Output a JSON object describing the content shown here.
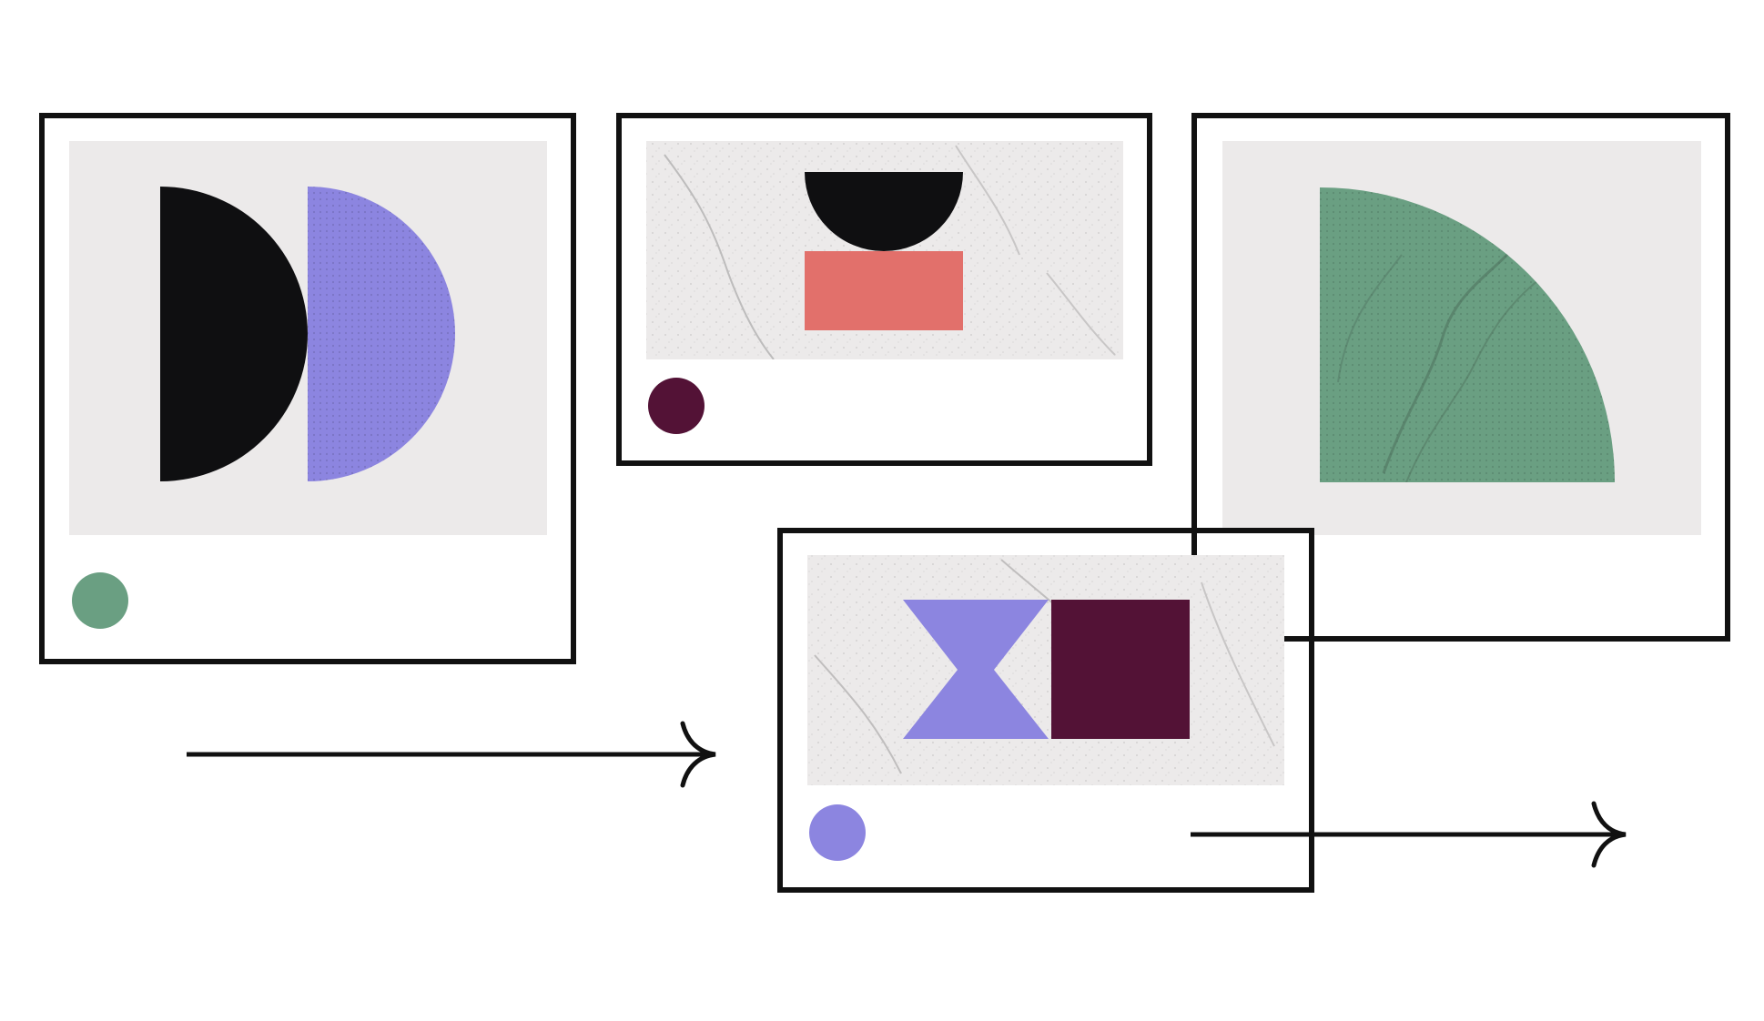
{
  "colors": {
    "background": "#ffffff",
    "frame_stroke": "#111111",
    "panel_fill": "#eceaea",
    "panel_texture": "#bdbcbc",
    "black_shape": "#0f0f11",
    "purple": "#8c85e0",
    "green": "#6a9f82",
    "coral": "#e2706b",
    "plum": "#531236"
  },
  "cards": [
    {
      "id": "card-1",
      "shapes": [
        "black-half-circle",
        "purple-half-circle"
      ],
      "dot_color": "green",
      "textured": false
    },
    {
      "id": "card-2",
      "shapes": [
        "black-half-circle",
        "coral-rectangle"
      ],
      "dot_color": "plum",
      "textured": true
    },
    {
      "id": "card-3",
      "shapes": [
        "green-quarter-circle"
      ],
      "dot_color": "none",
      "textured": true
    },
    {
      "id": "card-4",
      "shapes": [
        "purple-hourglass",
        "plum-square"
      ],
      "dot_color": "purple",
      "textured": true
    }
  ],
  "arrows": [
    {
      "id": "arrow-1",
      "direction": "right"
    },
    {
      "id": "arrow-2",
      "direction": "right"
    }
  ]
}
